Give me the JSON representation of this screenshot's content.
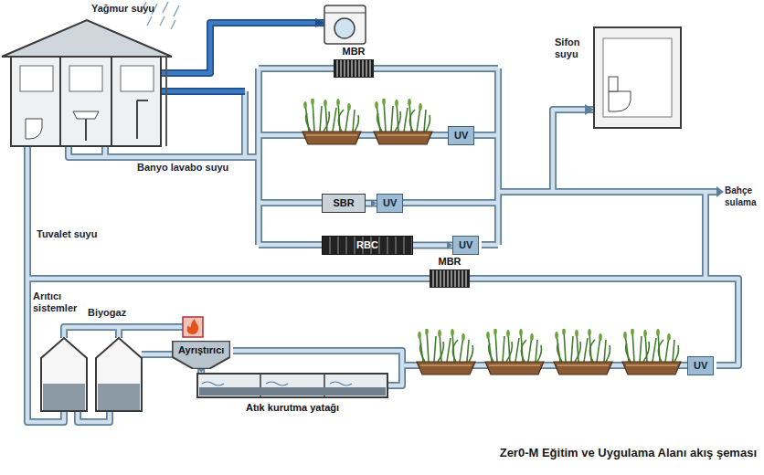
{
  "diagram": {
    "caption": "Zer0-M Eğitim ve Uygulama Alanı akış şeması",
    "nodes": [
      {
        "text": [
          "MBR"
        ]
      },
      {
        "text": [
          "UV"
        ]
      },
      {
        "text": [
          "SBR"
        ]
      },
      {
        "text": [
          "UV"
        ]
      },
      {
        "text": [
          "RBC"
        ]
      },
      {
        "text": [
          "UV"
        ]
      },
      {
        "text": [
          "MBR"
        ]
      },
      {
        "text": [
          "Ayrıştırıcı"
        ]
      },
      {
        "text": [
          "Atık kurutma yatağı"
        ]
      },
      {
        "text": [
          "UV"
        ]
      }
    ],
    "edges": [
      {
        "from": 2,
        "to": 3,
        "arrow": "to"
      },
      {
        "from": 4,
        "to": 5,
        "arrow": "to"
      },
      {
        "from": 7,
        "to": 8,
        "arrow": "to"
      }
    ],
    "labels": [
      "Yağmur suyu",
      "Banyo lavabo suyu",
      "Sifon suyu",
      "Tuvalet suyu",
      "Bahçe sulama",
      "Biyogaz",
      "Arıtıcı sistemler"
    ]
  }
}
